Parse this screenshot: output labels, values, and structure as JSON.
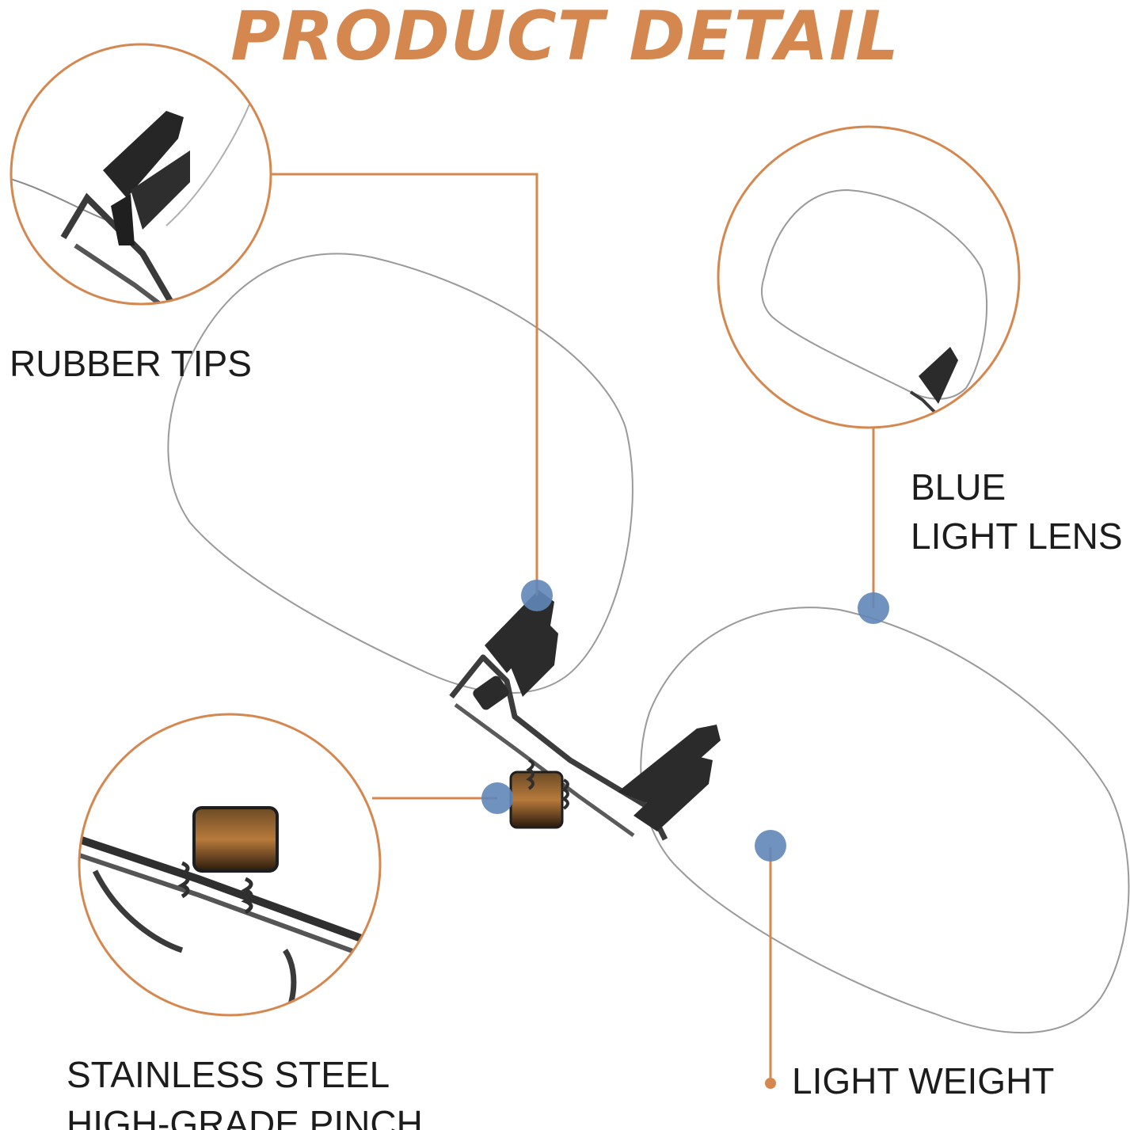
{
  "title": "PRODUCT DETAIL",
  "colors": {
    "accent": "#d4874f",
    "marker": "#5f86b8",
    "clip_dark": "#2b2b2b",
    "lens_outline": "#9a9a9a",
    "label_text": "#1c1c1c",
    "background": "#ffffff"
  },
  "callouts": {
    "rubber_tips": {
      "label": "RUBBER TIPS"
    },
    "blue_light_lens": {
      "line1": "BLUE",
      "line2": "LIGHT LENS"
    },
    "stainless_steel": {
      "line1": "STAINLESS STEEL",
      "line2": "HIGH-GRADE PINCH"
    },
    "light_weight": {
      "label": "LIGHT WEIGHT"
    }
  },
  "icons": {
    "rubber_tip_zoom": "rubber-tip-zoom-icon",
    "lens_zoom": "lens-zoom-icon",
    "hinge_zoom": "hinge-spring-zoom-icon",
    "product": "clip-on-glasses-icon"
  }
}
